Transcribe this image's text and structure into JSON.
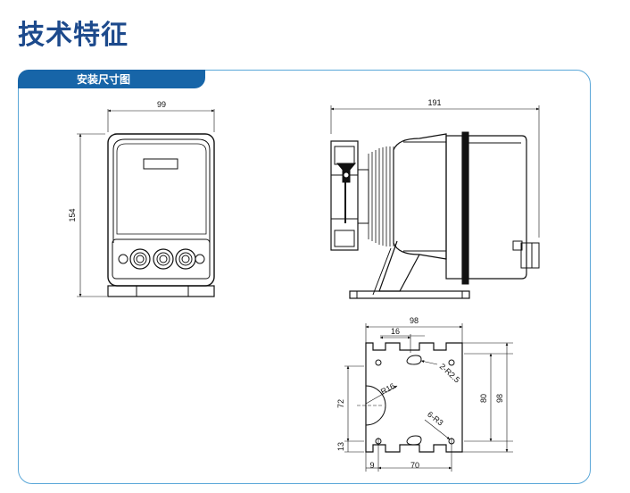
{
  "title": "技术特征",
  "section": {
    "label": "安装尺寸图"
  },
  "front_view": {
    "width": "99",
    "height": "154"
  },
  "side_view": {
    "length": "191"
  },
  "base_plate": {
    "width": "98",
    "height": "98",
    "slot_offset": "16",
    "hole_spacing_x": "70",
    "hole_spacing_y": "80",
    "edge_x": "9",
    "edge_y": "13",
    "center_y": "72",
    "radius_center": "R16",
    "slot_radius": "2-R2.5",
    "hole_radius": "6-R3"
  },
  "colors": {
    "title": "#1d4a8c",
    "tab": "#1765a8",
    "border": "#5aa7d8"
  }
}
